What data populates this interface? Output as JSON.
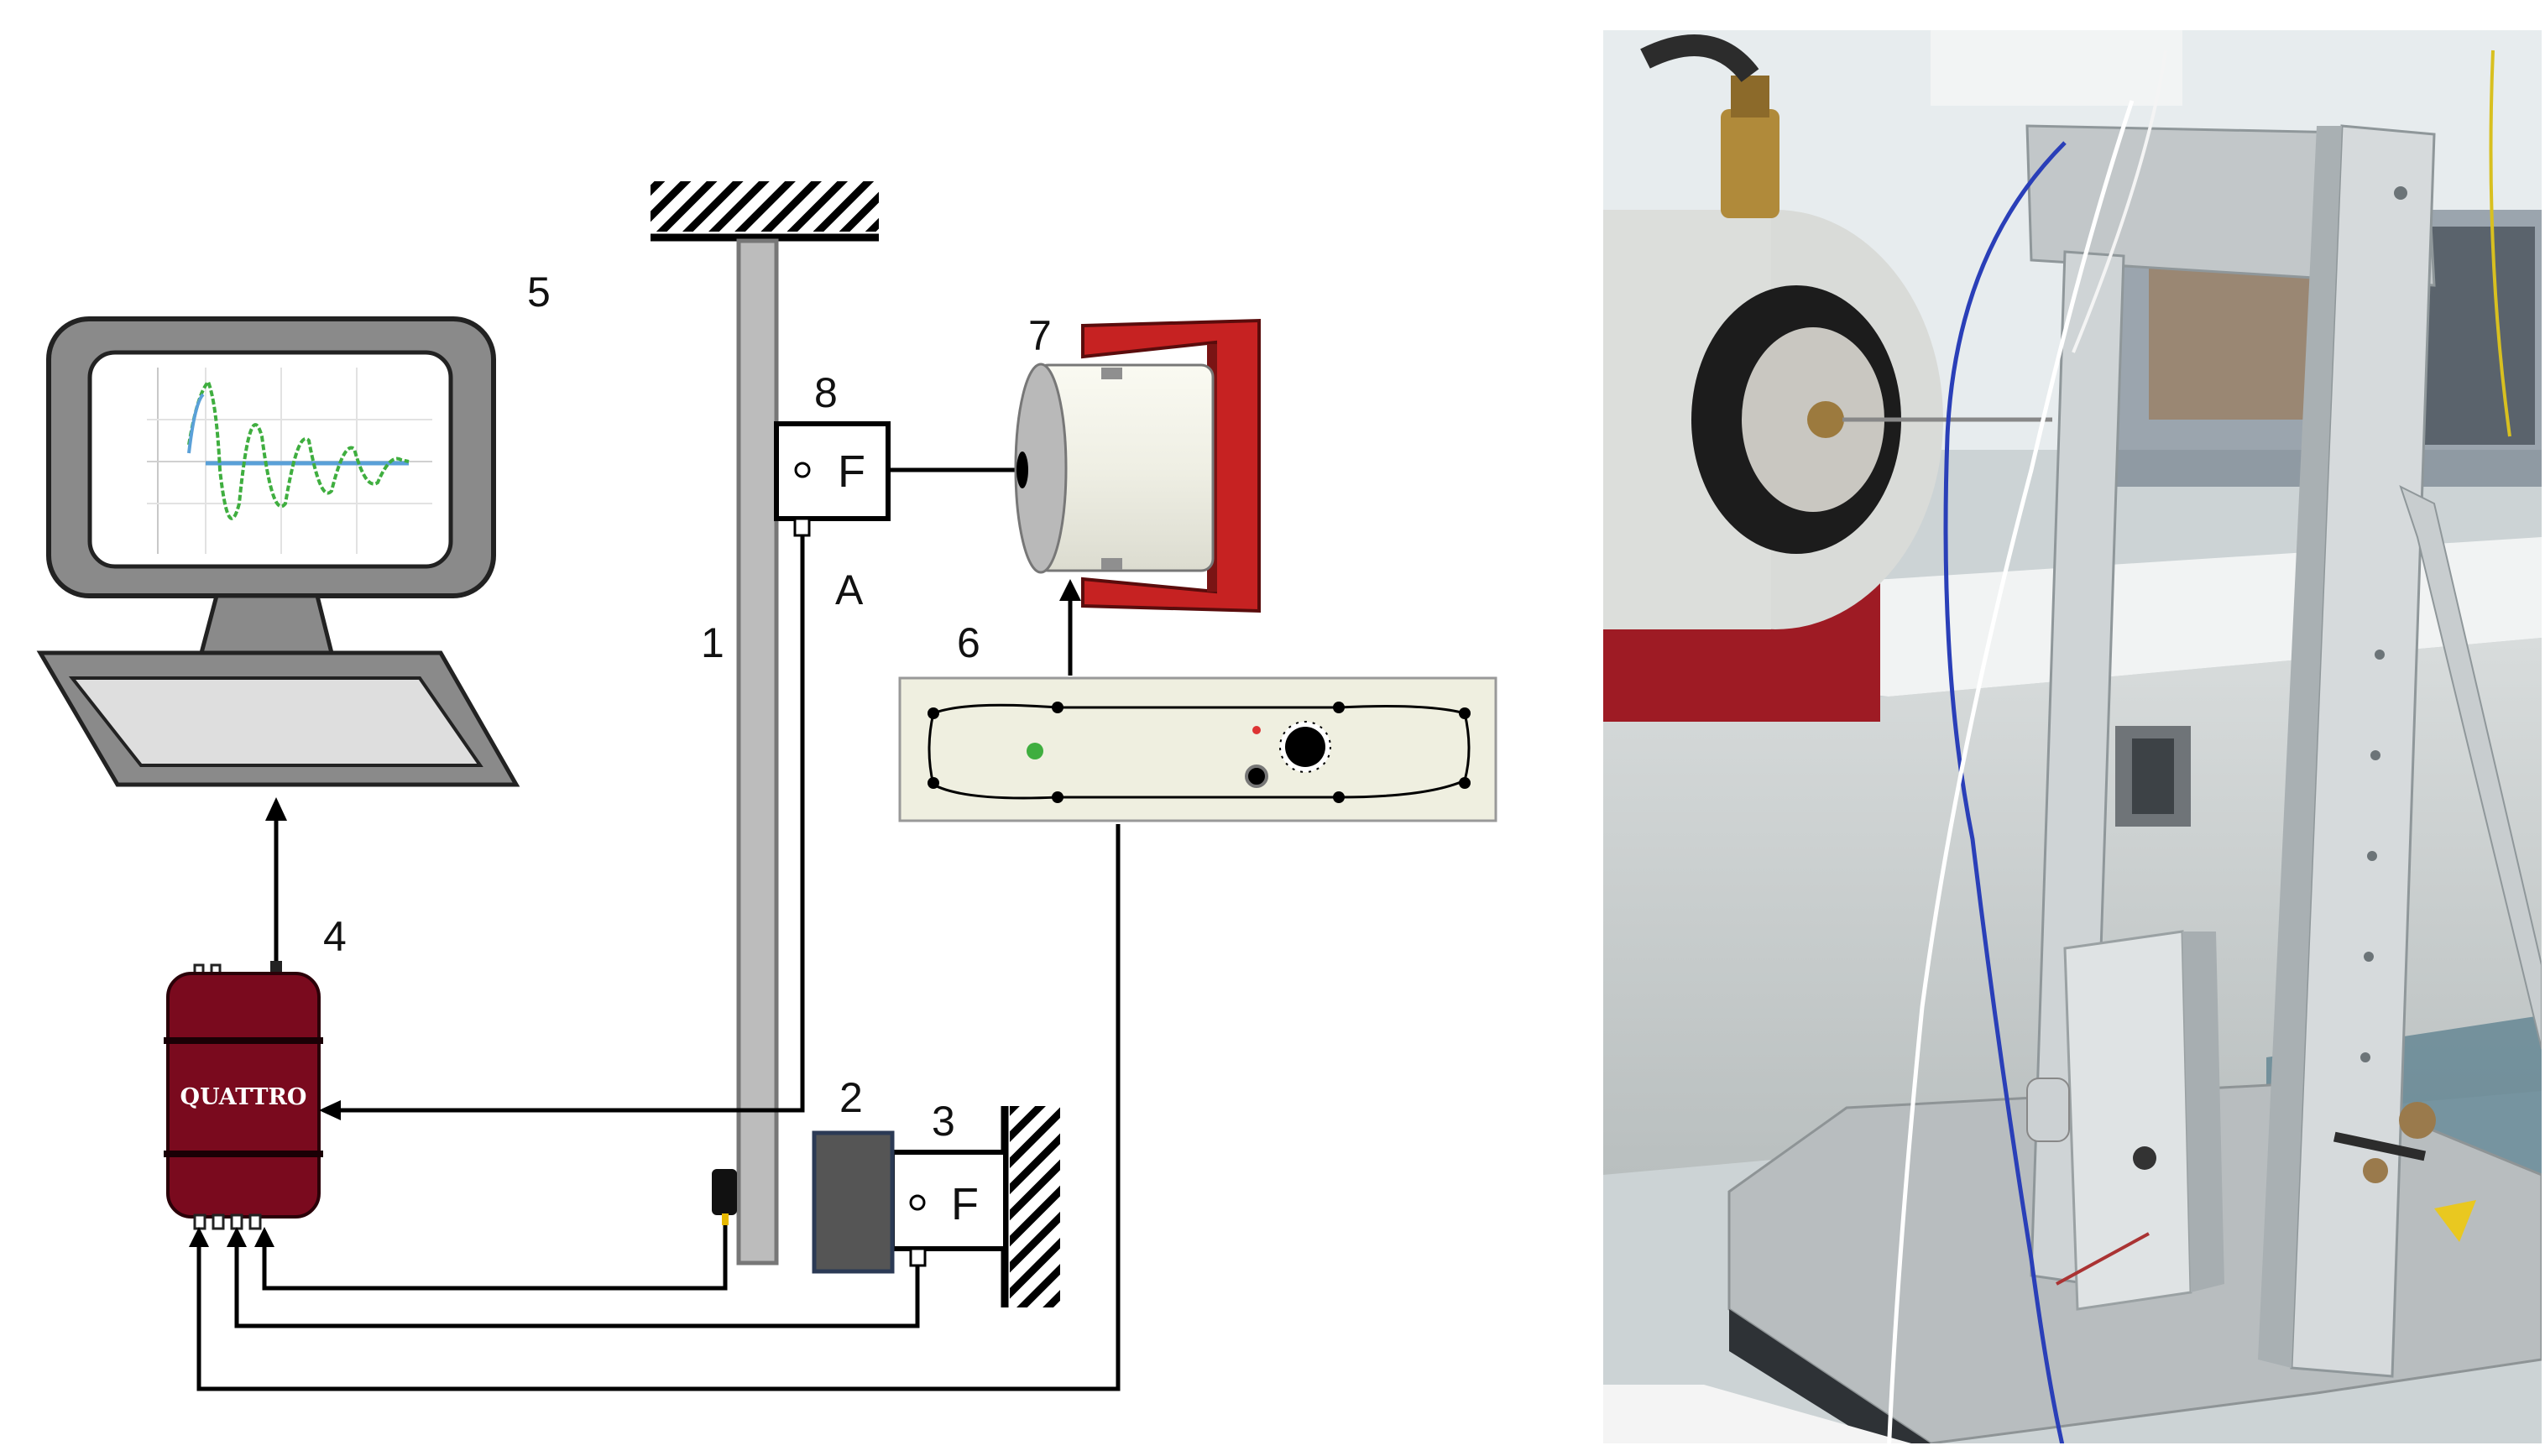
{
  "diagram": {
    "labels": {
      "cantilever": "1",
      "accelerometer": "2",
      "force_sensor_base": "3",
      "daq": "4",
      "computer": "5",
      "amplifier": "6",
      "shaker": "7",
      "force_sensor_top": "8",
      "point_a": "A"
    },
    "daq_name": "QUATTRO",
    "force_symbol": "F"
  },
  "colors": {
    "daq_body": "#7a0a1e",
    "shaker_frame": "#c62222",
    "shaker_body": "#f2f2e8",
    "beam": "#bcbcbc",
    "amplifier_panel": "#efefe0",
    "accelerometer": "#555555",
    "plot_blue": "#5aa0d8",
    "plot_green": "#3fae3f"
  },
  "icons": {
    "ground_hatch": "hatched-wall-icon",
    "led": "green-led-icon",
    "knob": "knob-icon"
  }
}
